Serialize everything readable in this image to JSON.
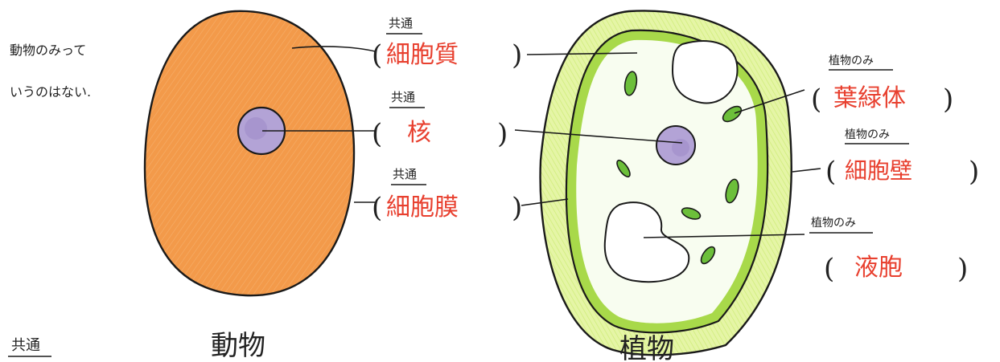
{
  "note": {
    "line1": "動物のみって",
    "line2": "いうのはない."
  },
  "colors": {
    "animal_cell_fill": "#f39a4a",
    "animal_cell_stroke": "#1a1a1a",
    "nucleus_fill": "#b3a3d6",
    "plant_wall_fill": "#d6ef8a",
    "plant_membrane_fill": "#a8d94a",
    "chloroplast_fill": "#6cbf3a",
    "answer_text": "#e8402f",
    "ink": "#222222"
  },
  "labels": {
    "cytoplasm": {
      "category": "共通",
      "term": "細胞質"
    },
    "nucleus": {
      "category": "共通",
      "term": "核"
    },
    "cell_membrane": {
      "category": "共通",
      "term": "細胞膜"
    },
    "chloroplast": {
      "category": "植物のみ",
      "term": "葉緑体"
    },
    "cell_wall": {
      "category": "植物のみ",
      "term": "細胞壁"
    },
    "vacuole": {
      "category": "植物のみ",
      "term": "液胞"
    }
  },
  "captions": {
    "legend_common": "共通",
    "animal": "動物",
    "plant": "植物"
  }
}
